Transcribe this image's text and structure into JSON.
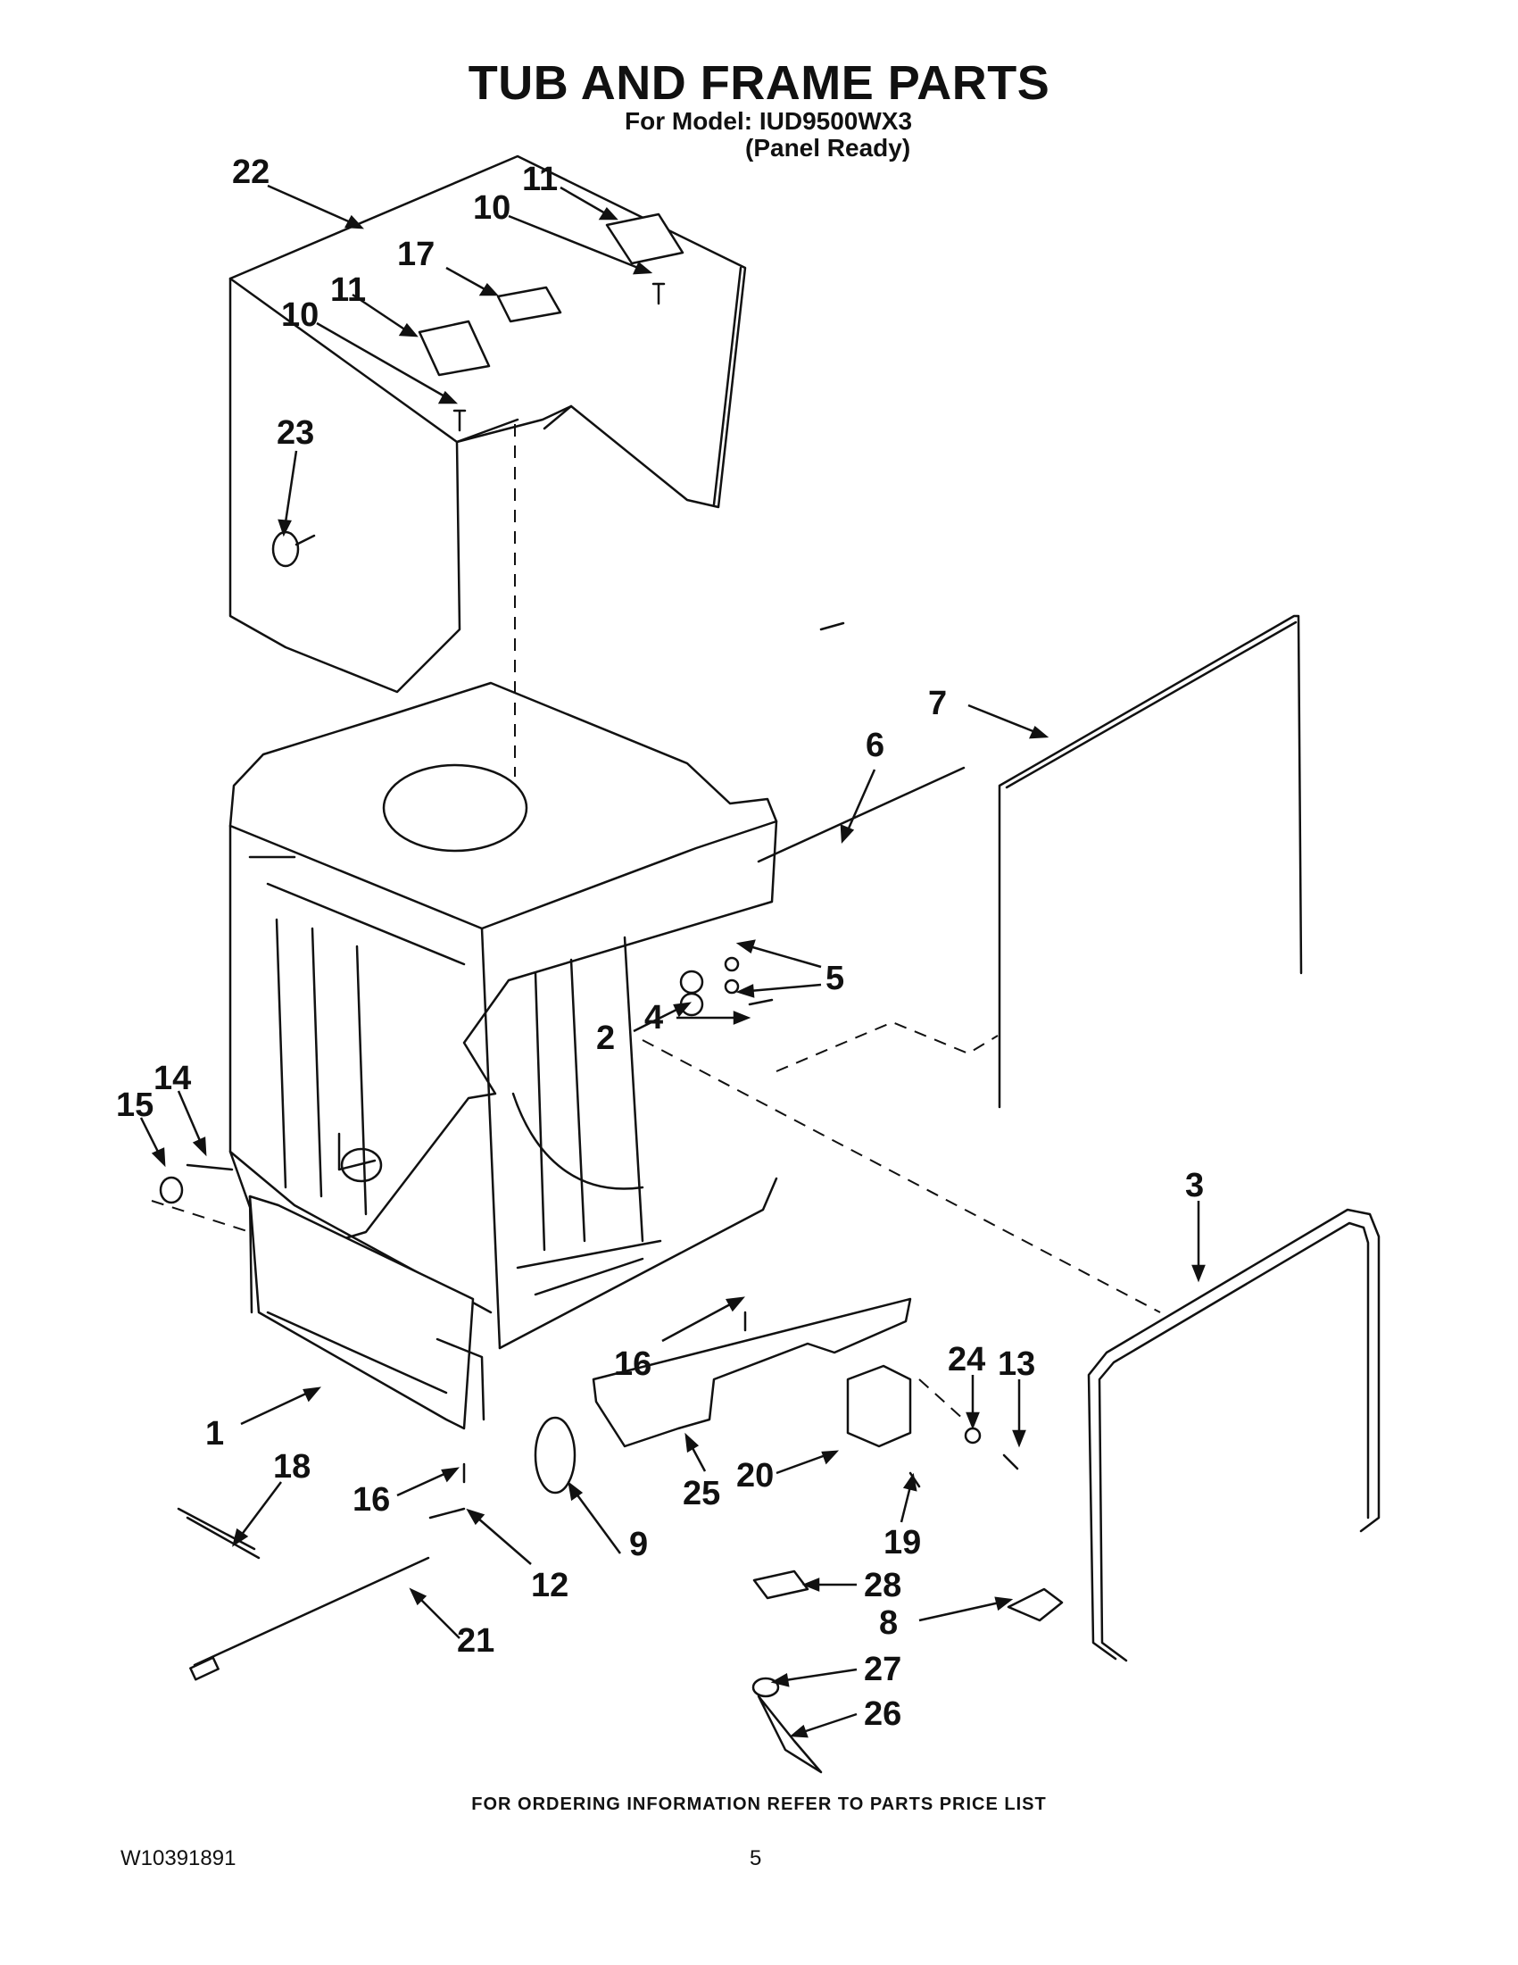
{
  "header": {
    "title": "TUB AND FRAME PARTS",
    "model_line": "For Model: IUD9500WX3",
    "variant_line": "(Panel Ready)"
  },
  "callouts": [
    "22",
    "11",
    "10",
    "17",
    "11",
    "10",
    "23",
    "7",
    "6",
    "5",
    "2",
    "4",
    "14",
    "15",
    "3",
    "16",
    "24",
    "13",
    "1",
    "18",
    "16",
    "20",
    "25",
    "19",
    "12",
    "9",
    "28",
    "8",
    "21",
    "27",
    "26"
  ],
  "footer": {
    "ordering_note": "FOR ORDERING INFORMATION REFER TO PARTS PRICE LIST",
    "document_number": "W10391891",
    "page_number": "5"
  }
}
